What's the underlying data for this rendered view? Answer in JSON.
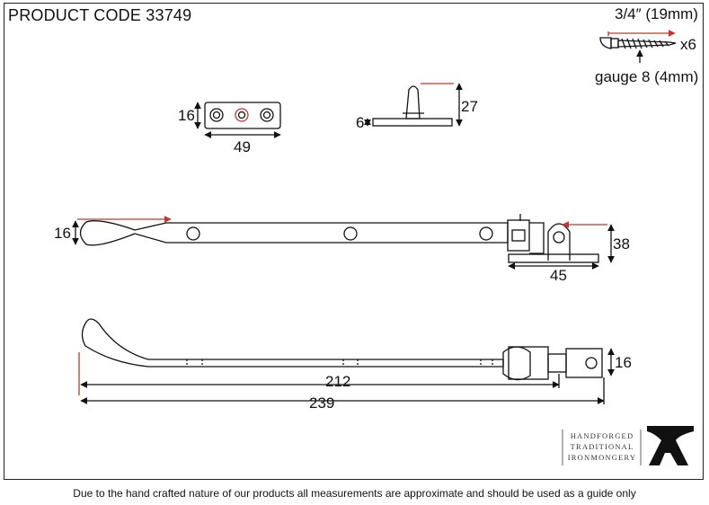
{
  "title": "PRODUCT CODE 33749",
  "screw": {
    "length": "3/4″ (19mm)",
    "quantity": "x6",
    "gauge": "gauge 8 (4mm)"
  },
  "keep_plate": {
    "height": "16",
    "width": "49"
  },
  "pin": {
    "height": "27",
    "base": "6"
  },
  "stay_top": {
    "height": "16",
    "bracket_height": "38",
    "bracket_width": "45"
  },
  "stay_side": {
    "height": "16",
    "length_inner": "212",
    "length_total": "239"
  },
  "brand": {
    "line1": "HANDFORGED",
    "line2": "TRADITIONAL",
    "line3": "IRONMONGERY"
  },
  "disclaimer": "Due to the hand crafted nature of our products all measurements are approximate and should be used as a guide only",
  "colors": {
    "line": "#111111",
    "accent": "#c0392b"
  }
}
